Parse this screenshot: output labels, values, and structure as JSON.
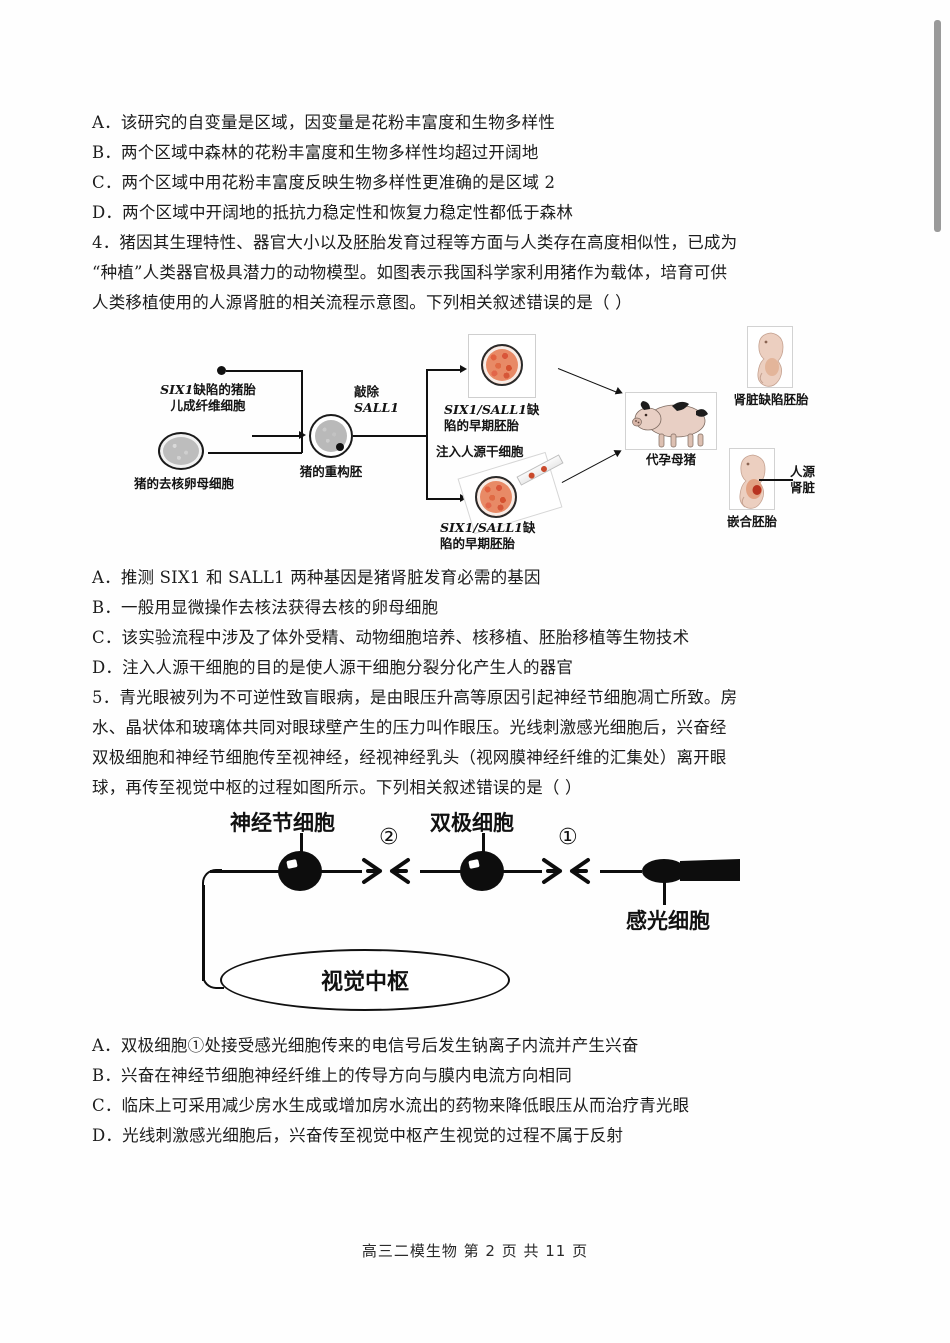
{
  "document": {
    "footer": "高三二模生物  第 2 页  共 11 页"
  },
  "q3_options": [
    {
      "label": "A．",
      "text": "该研究的自变量是区域，因变量是花粉丰富度和生物多样性"
    },
    {
      "label": "B．",
      "text": "两个区域中森林的花粉丰富度和生物多样性均超过开阔地"
    },
    {
      "label": "C．",
      "text": "两个区域中用花粉丰富度反映生物多样性更准确的是区域 2"
    },
    {
      "label": "D．",
      "text": "两个区域中开阔地的抵抗力稳定性和恢复力稳定性都低于森林"
    }
  ],
  "q4": {
    "stem_line1": "4．猪因其生理特性、器官大小以及胚胎发育过程等方面与人类存在高度相似性，已成为",
    "stem_line2": "“种植”人类器官极具潜力的动物模型。如图表示我国科学家利用猪作为载体，培育可供",
    "stem_line3": "人类移植使用的人源肾脏的相关流程示意图。下列相关叙述错误的是（  ）",
    "options": [
      {
        "label": "A．",
        "text": "推测 SIX1 和 SALL1 两种基因是猪肾脏发育必需的基因"
      },
      {
        "label": "B．",
        "text": "一般用显微操作去核法获得去核的卵母细胞"
      },
      {
        "label": "C．",
        "text": "该实验流程中涉及了体外受精、动物细胞培养、核移植、胚胎移植等生物技术"
      },
      {
        "label": "D．",
        "text": "注入人源干细胞的目的是使人源干细胞分裂分化产生人的器官"
      }
    ],
    "figure": {
      "label_fibroblast": "SIX1缺陷的猪胎\n儿成纤维细胞",
      "label_fibroblast_gene": "SIX1",
      "label_fibroblast_cn": "缺陷的猪胎\n儿成纤维细胞",
      "label_oocyte": "猪的去核卵母细胞",
      "label_reconstructed": "猪的重构胚",
      "label_knockout": "敲除",
      "label_knockout_gene": "SALL1",
      "label_embryo_top_gene": "SIX1/SALL1",
      "label_embryo_top_cn": "缺\n陷的早期胚胎",
      "label_inject": "注入人源干细胞",
      "label_embryo_bottom_gene": "SIX1/SALL1",
      "label_embryo_bottom_cn": "缺\n陷的早期胚胎",
      "label_surrogate": "代孕母猪",
      "label_kidney_defect_fetus": "肾脏缺陷胚胎",
      "label_chimeric_fetus": "嵌合胚胎",
      "label_human_kidney": "人源\n肾脏"
    }
  },
  "q5": {
    "stem_line1": "5．青光眼被列为不可逆性致盲眼病，是由眼压升高等原因引起神经节细胞凋亡所致。房",
    "stem_line2": "水、晶状体和玻璃体共同对眼球壁产生的压力叫作眼压。光线刺激感光细胞后，兴奋经",
    "stem_line3": "双极细胞和神经节细胞传至视神经，经视神经乳头（视网膜神经纤维的汇集处）离开眼",
    "stem_line4": "球，再传至视觉中枢的过程如图所示。下列相关叙述错误的是（  ）",
    "options": [
      {
        "label": "A．",
        "text": "双极细胞①处接受感光细胞传来的电信号后发生钠离子内流并产生兴奋"
      },
      {
        "label": "B．",
        "text": "兴奋在神经节细胞神经纤维上的传导方向与膜内电流方向相同"
      },
      {
        "label": "C．",
        "text": "临床上可采用减少房水生成或增加房水流出的药物来降低眼压从而治疗青光眼"
      },
      {
        "label": "D．",
        "text": "光线刺激感光细胞后，兴奋传至视觉中枢产生视觉的过程不属于反射"
      }
    ],
    "figure": {
      "label_ganglion": "神经节细胞",
      "label_bipolar": "双极细胞",
      "label_photoreceptor": "感光细胞",
      "label_visual_cortex": "视觉中枢",
      "marker_1": "①",
      "marker_2": "②"
    }
  },
  "scrollbar": {
    "position": "right"
  },
  "colors": {
    "text": "#1c1c1c",
    "page_bg": "#ffffff",
    "embryo_red": "#d9563a",
    "scrollbar_thumb": "#9a9a9a"
  }
}
